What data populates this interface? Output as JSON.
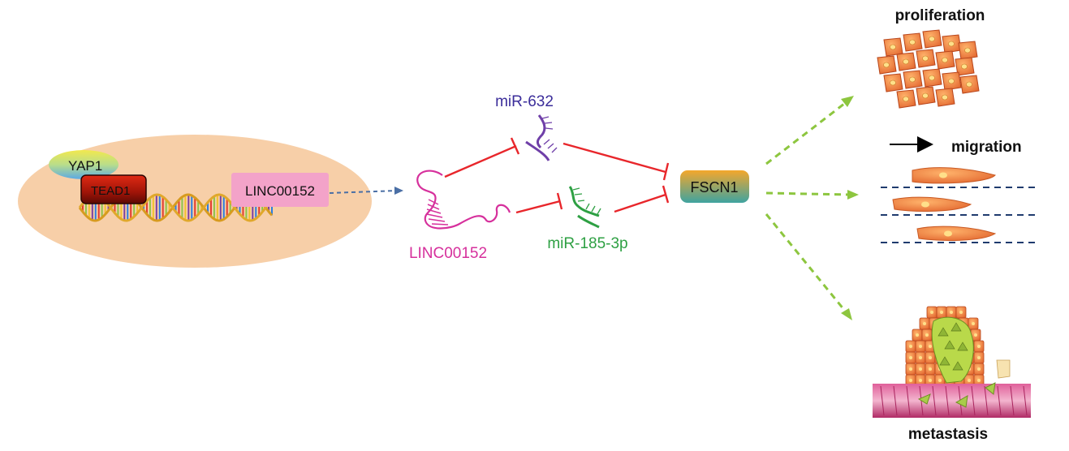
{
  "nucleus": {
    "yap1": "YAP1",
    "tead1": "TEAD1",
    "gene_label": "LINC00152"
  },
  "rna": {
    "lnc_label": "LINC00152",
    "mir632_label": "miR-632",
    "mir185_label": "miR-185-3p"
  },
  "target": {
    "label": "FSCN1"
  },
  "outcomes": {
    "proliferation": "proliferation",
    "migration": "migration",
    "metastasis": "metastasis"
  },
  "colors": {
    "nucleus": "#f7cfa8",
    "inhibition": "#e8262b",
    "activation": "#8dc63f",
    "transcription": "#4a6fa5",
    "lnc": "#d6309c",
    "mir632": "#3b2d9a",
    "mir185": "#2ea043",
    "cell": "#f08a3c"
  }
}
